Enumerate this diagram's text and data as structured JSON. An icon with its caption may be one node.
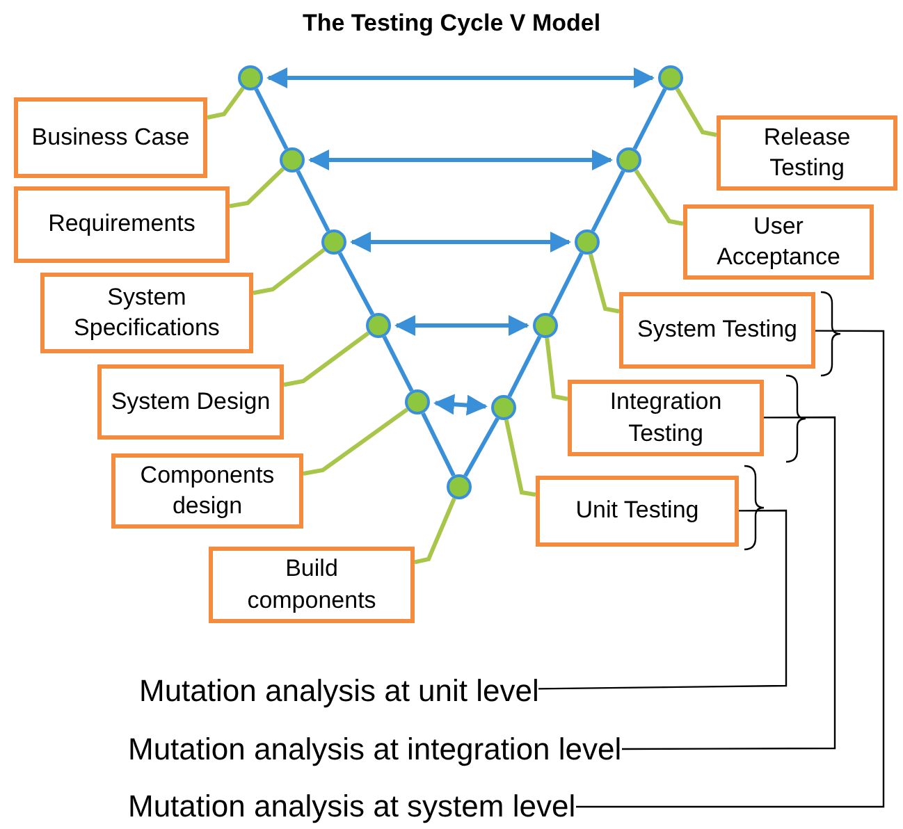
{
  "diagram": {
    "title": "The Testing Cycle V Model",
    "nodes": [
      {
        "text": [],
        "shape": "circle"
      },
      {
        "text": [],
        "shape": "circle"
      },
      {
        "text": [
          "Business Case"
        ]
      },
      {
        "text": [
          "Release Testing"
        ]
      },
      {
        "text": [],
        "shape": "circle"
      },
      {
        "text": [],
        "shape": "circle"
      },
      {
        "text": [
          "Requirements"
        ]
      },
      {
        "text": [
          "User Acceptance"
        ]
      },
      {
        "text": [],
        "shape": "circle"
      },
      {
        "text": [],
        "shape": "circle"
      },
      {
        "text": [
          "System Specifications"
        ]
      },
      {
        "text": [
          "System Testing"
        ]
      },
      {
        "text": [],
        "shape": "circle"
      },
      {
        "text": [],
        "shape": "circle"
      },
      {
        "text": [
          "System Design"
        ]
      },
      {
        "text": [
          "Integration Testing"
        ]
      },
      {
        "text": [],
        "shape": "circle"
      },
      {
        "text": [],
        "shape": "circle"
      },
      {
        "text": [
          "Components design"
        ]
      },
      {
        "text": [
          "Unit Testing"
        ]
      },
      {
        "text": [],
        "shape": "circle"
      },
      {
        "text": [
          "Build components"
        ]
      },
      {
        "text": [
          "Mutation analysis at unit level"
        ]
      },
      {
        "text": [
          "Mutation analysis at integration level"
        ]
      },
      {
        "text": [
          "Mutation analysis at system level"
        ]
      }
    ],
    "edges": [
      {
        "from": 0,
        "to": 4,
        "arrow": "none"
      },
      {
        "from": 4,
        "to": 8,
        "arrow": "none"
      },
      {
        "from": 8,
        "to": 12,
        "arrow": "none"
      },
      {
        "from": 12,
        "to": 16,
        "arrow": "none"
      },
      {
        "from": 16,
        "to": 20,
        "arrow": "none"
      },
      {
        "from": 20,
        "to": 17,
        "arrow": "none"
      },
      {
        "from": 17,
        "to": 13,
        "arrow": "none"
      },
      {
        "from": 13,
        "to": 9,
        "arrow": "none"
      },
      {
        "from": 9,
        "to": 5,
        "arrow": "none"
      },
      {
        "from": 5,
        "to": 1,
        "arrow": "none"
      },
      {
        "from": 0,
        "to": 1,
        "arrow": "both"
      },
      {
        "from": 4,
        "to": 5,
        "arrow": "both"
      },
      {
        "from": 8,
        "to": 9,
        "arrow": "both"
      },
      {
        "from": 12,
        "to": 13,
        "arrow": "both"
      },
      {
        "from": 16,
        "to": 17,
        "arrow": "both"
      },
      {
        "from": 2,
        "to": 0,
        "arrow": "none",
        "color": "#a8c64a"
      },
      {
        "from": 6,
        "to": 4,
        "arrow": "none",
        "color": "#a8c64a"
      },
      {
        "from": 10,
        "to": 8,
        "arrow": "none",
        "color": "#a8c64a"
      },
      {
        "from": 14,
        "to": 12,
        "arrow": "none",
        "color": "#a8c64a"
      },
      {
        "from": 18,
        "to": 16,
        "arrow": "none",
        "color": "#a8c64a"
      },
      {
        "from": 21,
        "to": 20,
        "arrow": "none",
        "color": "#a8c64a"
      },
      {
        "from": 3,
        "to": 1,
        "arrow": "none",
        "color": "#a8c64a"
      },
      {
        "from": 7,
        "to": 5,
        "arrow": "none",
        "color": "#a8c64a"
      },
      {
        "from": 11,
        "to": 9,
        "arrow": "none",
        "color": "#a8c64a"
      },
      {
        "from": 15,
        "to": 13,
        "arrow": "none",
        "color": "#a8c64a"
      },
      {
        "from": 19,
        "to": 17,
        "arrow": "none",
        "color": "#a8c64a"
      },
      {
        "from": 19,
        "to": 22,
        "arrow": "none",
        "color": "#000000"
      },
      {
        "from": 15,
        "to": 23,
        "arrow": "none",
        "color": "#000000"
      },
      {
        "from": 11,
        "to": 24,
        "arrow": "none",
        "color": "#000000"
      }
    ]
  }
}
